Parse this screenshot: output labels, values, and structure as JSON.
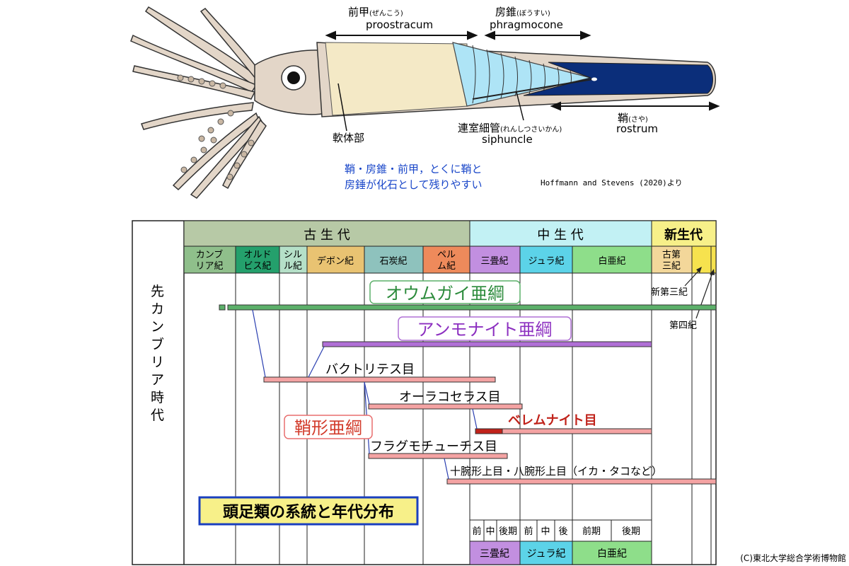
{
  "squid": {
    "proostracum_ja": "前甲",
    "proostracum_kana": "(ぜんこう)",
    "proostracum_en": "proostracum",
    "phragmocone_ja": "房錐",
    "phragmocone_kana": "(ぼうすい)",
    "phragmocone_en": "phragmocone",
    "rostrum_ja": "鞘",
    "rostrum_kana": "(さや)",
    "rostrum_en": "rostrum",
    "siphuncle_ja": "連室細管",
    "siphuncle_kana": "(れんしつさいかん)",
    "siphuncle_en": "siphuncle",
    "soft_body": "軟体部",
    "note_line1": "鞘・房錐・前甲，とくに鞘と",
    "note_line2": "房錘が化石として残りやすい",
    "source": "Hoffmann and Stevens (2020)より"
  },
  "chart": {
    "precambrian": "先カンブリア時代",
    "eras": {
      "paleozoic": "古 生 代",
      "mesozoic": "中 生 代",
      "cenozoic": "新生代"
    },
    "periods": {
      "cambrian": [
        "カンブ",
        "リア紀"
      ],
      "ordovician": [
        "オルド",
        "ビス紀"
      ],
      "silurian": [
        "シル",
        "ル紀"
      ],
      "devonian": "デボン紀",
      "carboniferous": "石炭紀",
      "permian": [
        "ペル",
        "ム紀"
      ],
      "triassic": "三畳紀",
      "jurassic": "ジュラ紀",
      "cretaceous": "白亜紀",
      "paleogene": [
        "古第",
        "三紀"
      ]
    },
    "neogene": "新第三紀",
    "quaternary": "第四紀",
    "groups": {
      "nautiloidea": "オウムガイ亜綱",
      "ammonoidea": "アンモナイト亜綱",
      "bactritida": "バクトリテス目",
      "aulacocerida": "オーラコセラス目",
      "coleoidea": "鞘形亜綱",
      "belemnitida": "ベレムナイト目",
      "phragmoteuthida": "フラグモチューチス目",
      "decabrachia": "十腕形上目・八腕形上目（イカ・タコなど）"
    },
    "title": "頭足類の系統と年代分布",
    "subdivisions": {
      "triassic": [
        "前",
        "中",
        "後期"
      ],
      "jurassic": [
        "前",
        "中",
        "後"
      ],
      "cretaceous": [
        "前期",
        "後期"
      ]
    },
    "bottom_periods": {
      "triassic": "三畳紀",
      "jurassic": "ジュラ紀",
      "cretaceous": "白亜紀"
    }
  },
  "copyright": "(C)東北大学総合学術博物館",
  "colors": {
    "paleozoic": "#b7c9a6",
    "mesozoic": "#c2f1f4",
    "cenozoic": "#f7f089",
    "cambrian": "#8fbf8b",
    "ordovician": "#24a06c",
    "silurian": "#b5e0c8",
    "devonian": "#e9c372",
    "carboniferous": "#8ec2bd",
    "permian": "#ee8a5b",
    "triassic": "#c28fe0",
    "jurassic": "#5cd3e8",
    "cretaceous": "#8ede8a",
    "paleogene": "#f3d79a",
    "neogene": "#f6e24e",
    "nautiloid_bar": "#5cb06a",
    "ammonoid_bar": "#b070d6",
    "coleoid_bar": "#e86f6f",
    "belemnite_dark": "#c0221a",
    "rostrum_dark": "#0b2e7a",
    "phragmocone_blue": "#aee4f6"
  }
}
